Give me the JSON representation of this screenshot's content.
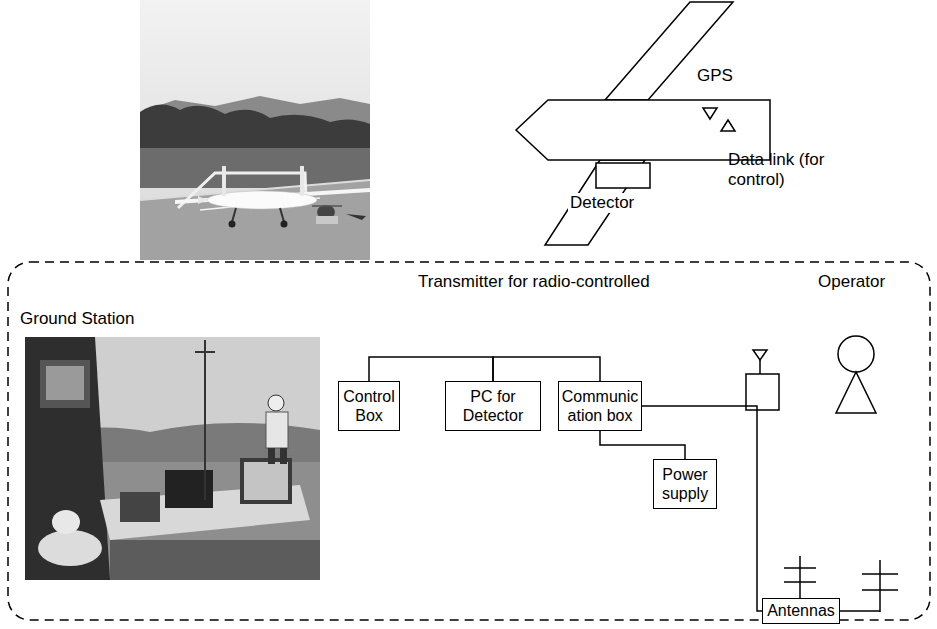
{
  "diagram": {
    "nodes": [
      {
        "text": [
          "Control Box"
        ]
      },
      {
        "text": [
          "PC for Detector"
        ]
      },
      {
        "text": [
          "Communic ation box"
        ]
      },
      {
        "text": [
          "Power supply"
        ]
      },
      {
        "text": [
          "Antennas"
        ]
      }
    ],
    "edges": [
      {
        "from": 0,
        "to": 1,
        "arrow": "none"
      },
      {
        "from": 1,
        "to": 2,
        "arrow": "none"
      },
      {
        "from": 2,
        "to": 3,
        "arrow": "none"
      },
      {
        "from": 2,
        "to": 4,
        "arrow": "none"
      }
    ],
    "labels": [
      "GPS",
      "Data link (for control)",
      "Detector",
      "Transmitter for radio-controlled",
      "Operator",
      "Ground Station"
    ]
  }
}
